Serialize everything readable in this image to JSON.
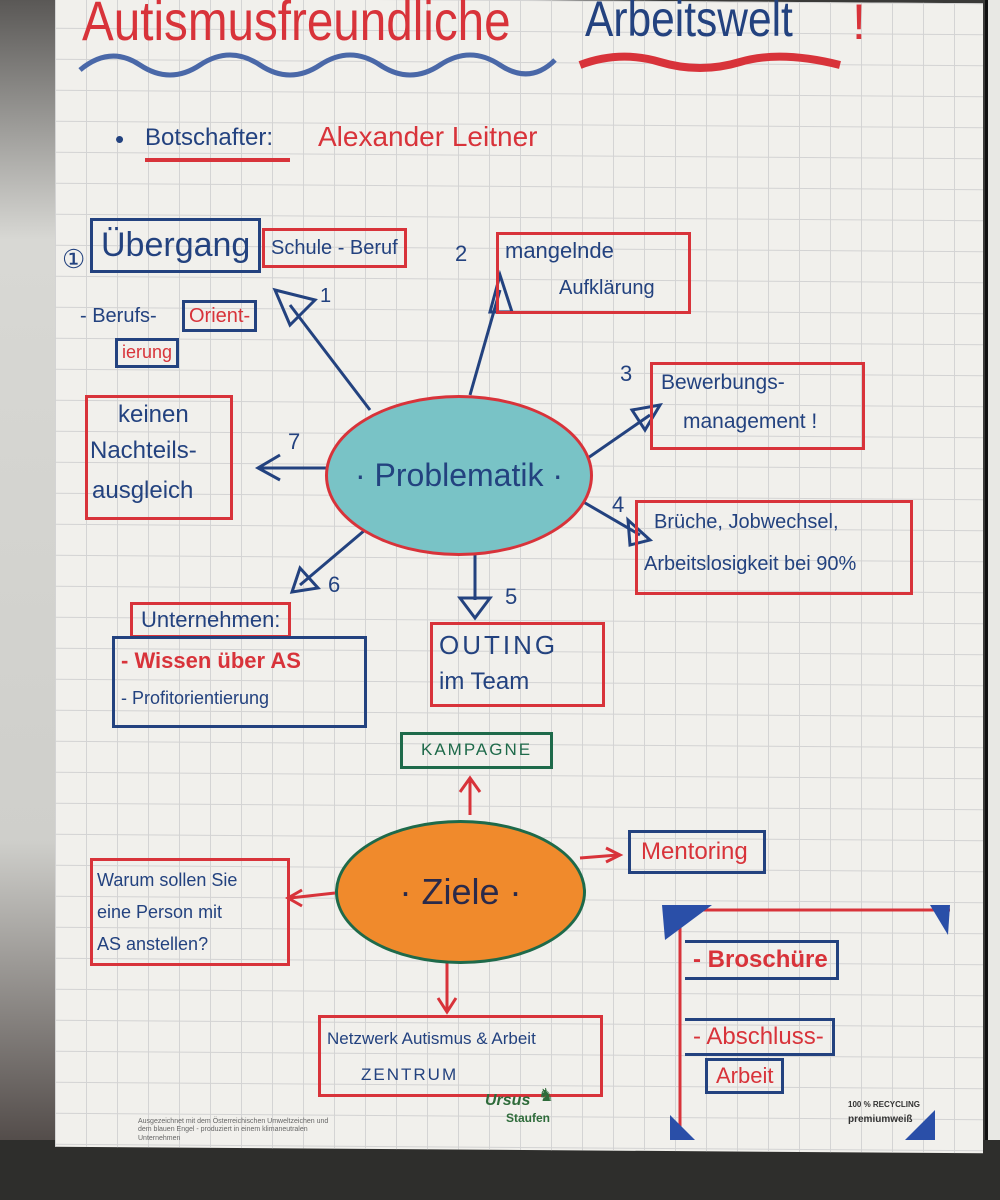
{
  "title": {
    "part1": "Autismusfreundliche",
    "part2": "Arbeitswelt",
    "exclaim": "!"
  },
  "ambassador": {
    "label": "Botschafter:",
    "name": "Alexander Leitner"
  },
  "center_problem": "· Problematik ·",
  "problems": [
    {
      "num": "1",
      "line1": "Übergang",
      "line2": "Schule - Beruf",
      "sub1": "- Berufs-",
      "sub2": "Orient-",
      "sub3": "ierung"
    },
    {
      "num": "2",
      "line1": "mangelnde",
      "line2": "Aufklärung"
    },
    {
      "num": "3",
      "line1": "Bewerbungs-",
      "line2": "management !"
    },
    {
      "num": "4",
      "line1": "Brüche, Jobwechsel,",
      "line2": "Arbeitslosigkeit bei 90%"
    },
    {
      "num": "5",
      "line1": "OUTING",
      "line2": "im Team"
    },
    {
      "num": "6",
      "title": "Unternehmen:",
      "line1": "- Wissen über AS",
      "line2": "- Profitorientierung"
    },
    {
      "num": "7",
      "line1": "keinen",
      "line2": "Nachteils-",
      "line3": "ausgleich"
    }
  ],
  "campaign": "KAMPAGNE",
  "center_goals": "· Ziele ·",
  "goals": {
    "mentoring": "Mentoring",
    "question": [
      "Warum sollen Sie",
      "eine Person mit",
      "AS anstellen?"
    ],
    "network": [
      "Netzwerk Autismus & Arbeit",
      "ZENTRUM"
    ],
    "brochure": "- Broschüre",
    "thesis1": "- Abschluss-",
    "thesis2": "Arbeit"
  },
  "footer": {
    "eco_text": "Ausgezeichnet mit dem Österreichischen Umweltzeichen und dem blauen Engel - produziert in einem klimaneutralen Unternehmen",
    "brand1": "Ursus",
    "brand2": "Staufen",
    "recycling": "100 % RECYCLING",
    "paper": "premiumweiß"
  },
  "colors": {
    "red": "#d8333a",
    "blue": "#23427f",
    "teal": "#79c3c6",
    "orange": "#f08a2c",
    "green": "#1e6a4a"
  }
}
